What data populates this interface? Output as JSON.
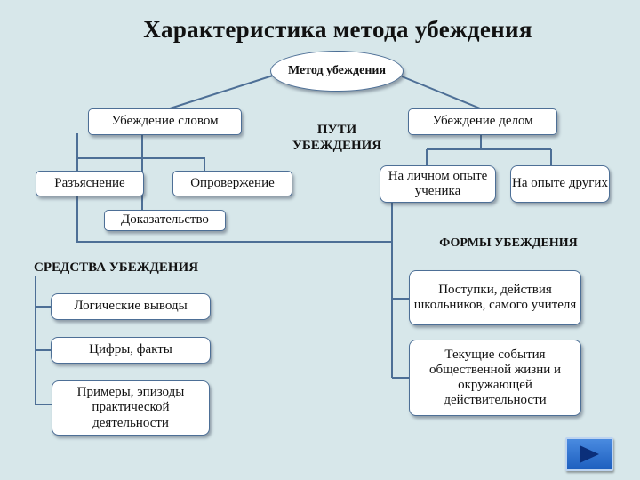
{
  "title": "Характеристика метода убеждения",
  "root": "Метод убеждения",
  "ways_label": "ПУТИ УБЕЖДЕНИЯ",
  "word": {
    "label": "Убеждение словом",
    "items": [
      "Разъяснение",
      "Опровержение",
      "Доказательство"
    ]
  },
  "deed": {
    "label": "Убеждение делом",
    "items": [
      "На личном опыте ученика",
      "На опыте других"
    ]
  },
  "means": {
    "label": "СРЕДСТВА УБЕЖДЕНИЯ",
    "items": [
      "Логические выводы",
      "Цифры, факты",
      "Примеры, эпизоды практической деятельности"
    ]
  },
  "forms": {
    "label": "ФОРМЫ УБЕЖДЕНИЯ",
    "items": [
      "Поступки, действия школьников, самого учителя",
      "Текущие события общественной жизни и окружающей действительности"
    ]
  },
  "colors": {
    "background": "#d7e7ea",
    "border": "#4d6f96",
    "box": "#ffffff",
    "button": "#1d5fbf"
  },
  "nav": {
    "icon": "play-icon"
  }
}
